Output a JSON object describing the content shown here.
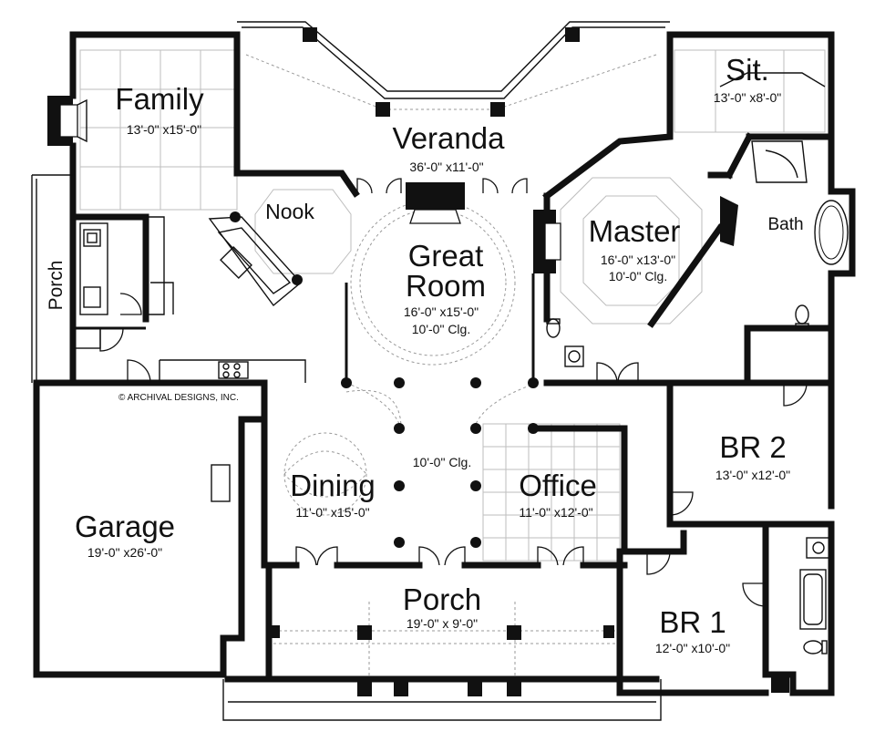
{
  "copyright": "© ARCHIVAL DESIGNS, INC.",
  "rooms": {
    "family": {
      "name": "Family",
      "dim": "13'-0\" x15'-0\""
    },
    "veranda": {
      "name": "Veranda",
      "dim": "36'-0\" x11'-0\""
    },
    "sit": {
      "name": "Sit.",
      "dim": "13'-0\" x8'-0\""
    },
    "nook": {
      "name": "Nook"
    },
    "great_room": {
      "name_line1": "Great",
      "name_line2": "Room",
      "dim": "16'-0\" x15'-0\"",
      "ceiling": "10'-0\" Clg."
    },
    "master": {
      "name": "Master",
      "dim": "16'-0\" x13'-0\"",
      "ceiling": "10'-0\" Clg."
    },
    "bath": {
      "name": "Bath"
    },
    "porch_side": {
      "name": "Porch"
    },
    "gallery": {
      "ceiling": "10'-0\" Clg."
    },
    "dining": {
      "name": "Dining",
      "dim": "11'-0\" x15'-0\""
    },
    "office": {
      "name": "Office",
      "dim": "11'-0\" x12'-0\""
    },
    "br2": {
      "name": "BR 2",
      "dim": "13'-0\" x12'-0\""
    },
    "garage": {
      "name": "Garage",
      "dim": "19'-0\" x26'-0\""
    },
    "porch_front": {
      "name": "Porch",
      "dim": "19'-0\" x 9'-0\""
    },
    "br1": {
      "name": "BR 1",
      "dim": "12'-0\" x10'-0\""
    }
  }
}
